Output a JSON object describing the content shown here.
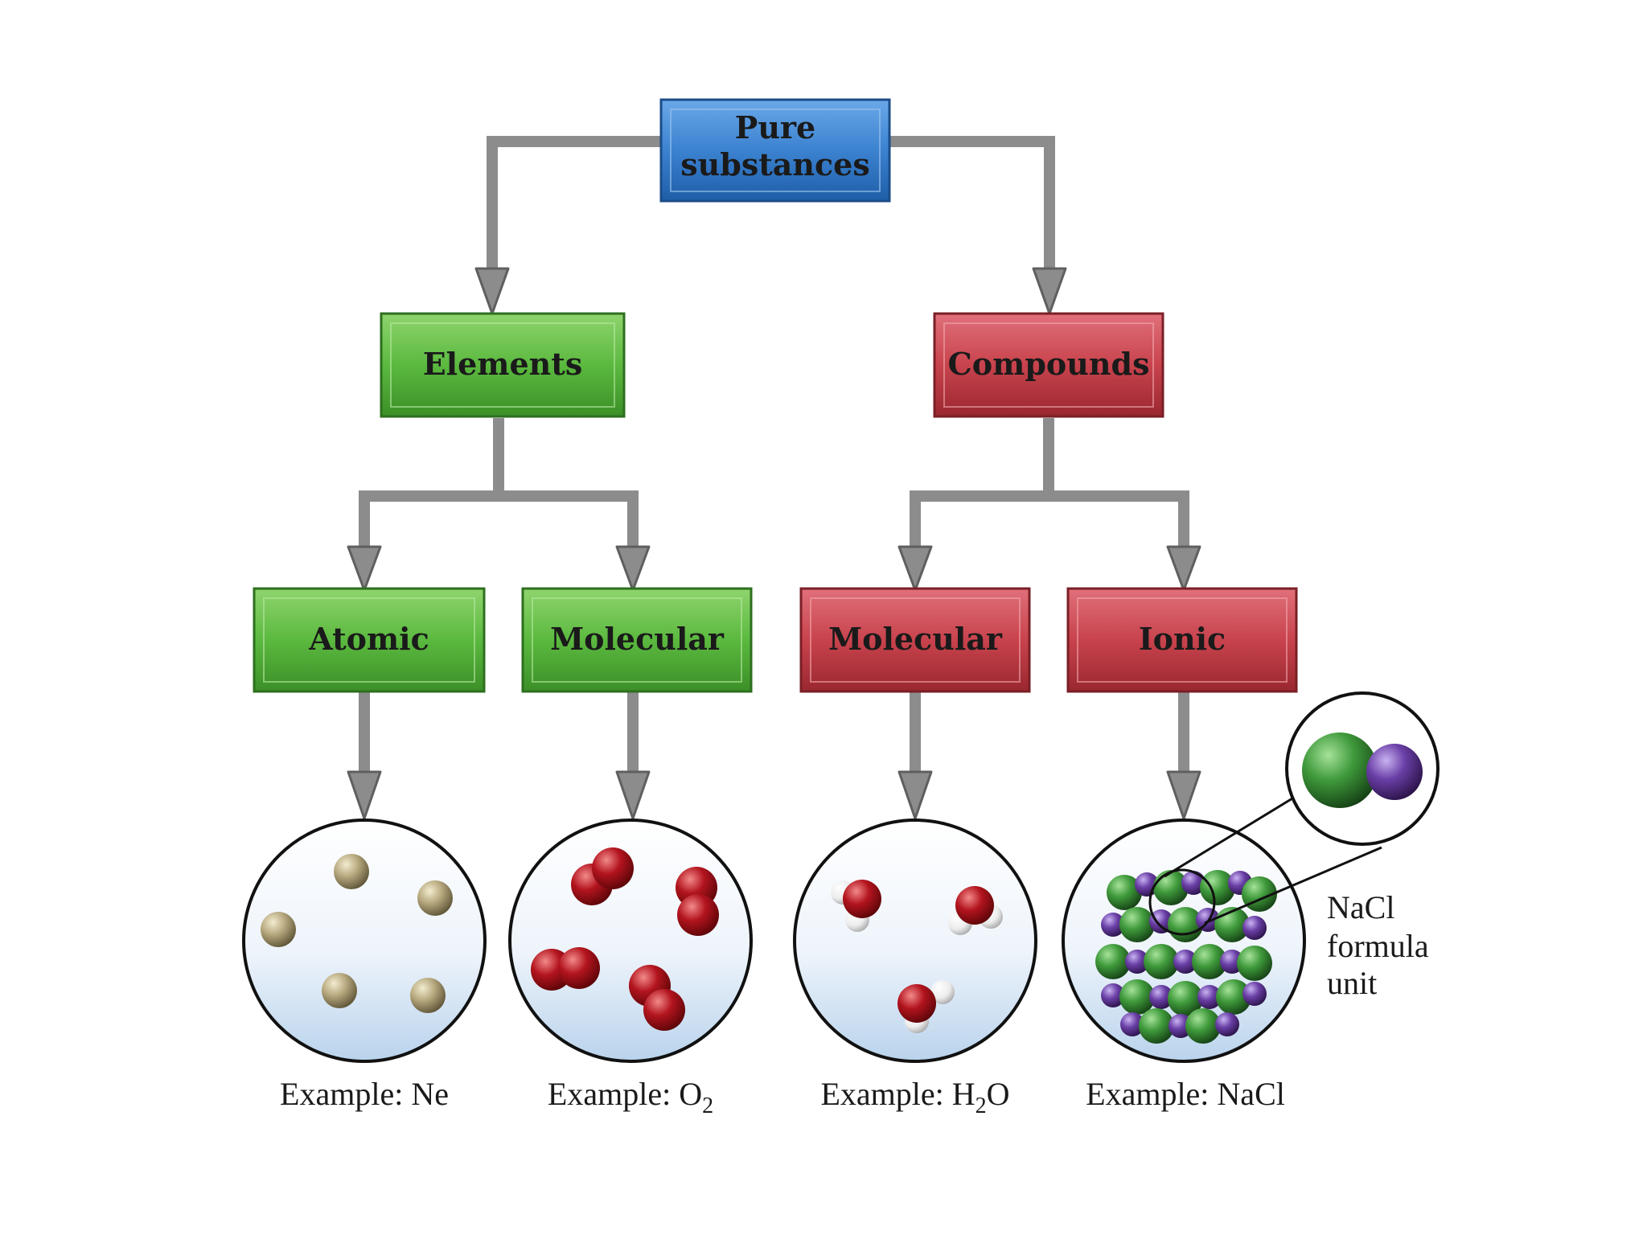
{
  "nodes": {
    "pure_substances": {
      "line1": "Pure",
      "line2": "substances"
    },
    "elements": {
      "label": "Elements"
    },
    "compounds": {
      "label": "Compounds"
    },
    "atomic": {
      "label": "Atomic"
    },
    "molecular_elements": {
      "label": "Molecular"
    },
    "molecular_compounds": {
      "label": "Molecular"
    },
    "ionic": {
      "label": "Ionic"
    }
  },
  "examples": {
    "ne": {
      "prefix": "Example: ",
      "formula": "Ne"
    },
    "o2": {
      "prefix": "Example: ",
      "base": "O",
      "sub": "2"
    },
    "h2o": {
      "prefix": "Example: ",
      "base": "H",
      "sub": "2",
      "tail": "O"
    },
    "nacl": {
      "prefix": "Example: ",
      "formula": "NaCl"
    }
  },
  "callout": {
    "line1": "NaCl",
    "line2": "formula",
    "line3": "unit"
  },
  "colors": {
    "blue": "#2f73c2",
    "green": "#52b13a",
    "red": "#c23b43",
    "arrow": "#8c8c8c",
    "ne_atom": "#b3a57a",
    "oxygen": "#b4141e",
    "hydrogen": "#f4f4f4",
    "sodium": "#3f9a3b",
    "chlorine": "#6a3fa6"
  }
}
